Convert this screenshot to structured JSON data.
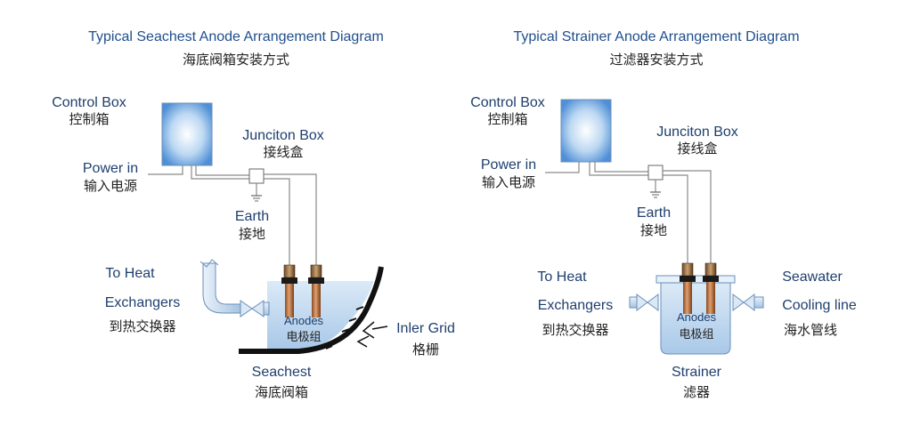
{
  "left": {
    "title_en": "Typical Seachest Anode Arrangement Diagram",
    "title_cn": "海底阀箱安装方式",
    "control_box_en": "Control Box",
    "control_box_cn": "控制箱",
    "power_in_en": "Power in",
    "power_in_cn": "输入电源",
    "junction_en": "Junciton Box",
    "junction_cn": "接线盒",
    "earth_en": "Earth",
    "earth_cn": "接地",
    "to_heat_en": "To Heat",
    "exchangers_en": "Exchangers",
    "exchangers_cn": "到热交换器",
    "anodes_en": "Anodes",
    "anodes_cn": "电极组",
    "inlet_grid_en": "Inler Grid",
    "inlet_grid_cn": "格栅",
    "seachest_en": "Seachest",
    "seachest_cn": "海底阀箱"
  },
  "right": {
    "title_en": "Typical Strainer Anode Arrangement Diagram",
    "title_cn": "过滤器安装方式",
    "control_box_en": "Control Box",
    "control_box_cn": "控制箱",
    "power_in_en": "Power in",
    "power_in_cn": "输入电源",
    "junction_en": "Junciton Box",
    "junction_cn": "接线盒",
    "earth_en": "Earth",
    "earth_cn": "接地",
    "to_heat_en": "To Heat",
    "exchangers_en": "Exchangers",
    "exchangers_cn": "到热交换器",
    "anodes_en": "Anodes",
    "anodes_cn": "电极组",
    "seawater_en": "Seawater",
    "cooling_en": "Cooling line",
    "cooling_cn": "海水管线",
    "strainer_en": "Strainer",
    "strainer_cn": "滤器"
  }
}
